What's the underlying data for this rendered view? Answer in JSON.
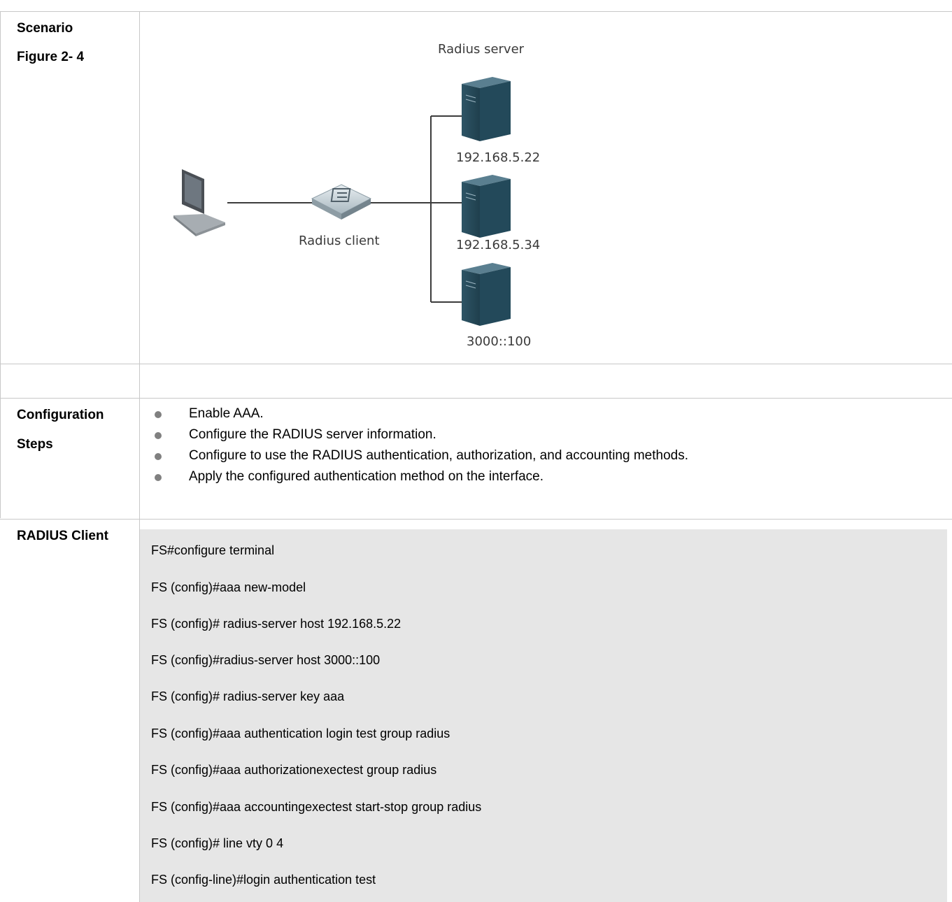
{
  "labels": {
    "scenario": "Scenario",
    "figure": "Figure 2- 4",
    "configuration": "Configuration",
    "steps": "Steps",
    "radius_client": "RADIUS Client"
  },
  "diagram": {
    "server_title": "Radius server",
    "client_label": "Radius client",
    "servers": [
      "192.168.5.22",
      "192.168.5.34",
      "3000::100"
    ]
  },
  "steps": [
    "Enable AAA.",
    "Configure the RADIUS server information.",
    "Configure to use the RADIUS authentication, authorization, and accounting methods.",
    "Apply the configured authentication method on the interface."
  ],
  "code": [
    "FS#configure terminal",
    "FS (config)#aaa new-model",
    "FS (config)# radius-server host 192.168.5.22",
    "FS (config)#radius-server host 3000::100",
    "FS (config)# radius-server key aaa",
    "FS (config)#aaa authentication login test group radius",
    "FS (config)#aaa authorizationexectest group radius",
    "FS (config)#aaa accountingexectest start-stop group radius",
    "FS (config)# line vty 0 4",
    "FS (config-line)#login authentication test"
  ]
}
